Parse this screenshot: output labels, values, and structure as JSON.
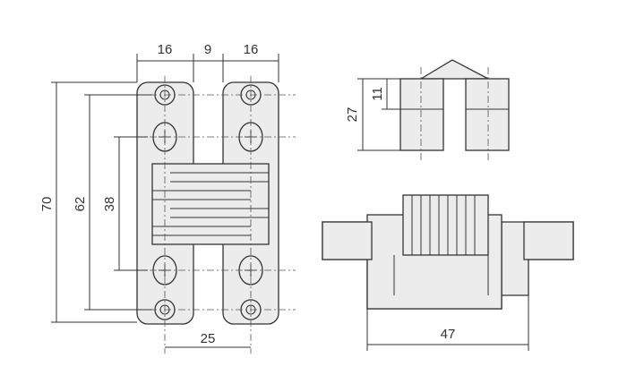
{
  "dimensions": {
    "top_left": "16",
    "top_middle": "9",
    "top_right": "16",
    "overall_height": "70",
    "screw_span": "62",
    "inner_span": "38",
    "bottom_width": "25",
    "side_height": "27",
    "side_small": "11",
    "body_width": "47"
  },
  "colors": {
    "line": "#333333",
    "fill": "#ececec"
  }
}
